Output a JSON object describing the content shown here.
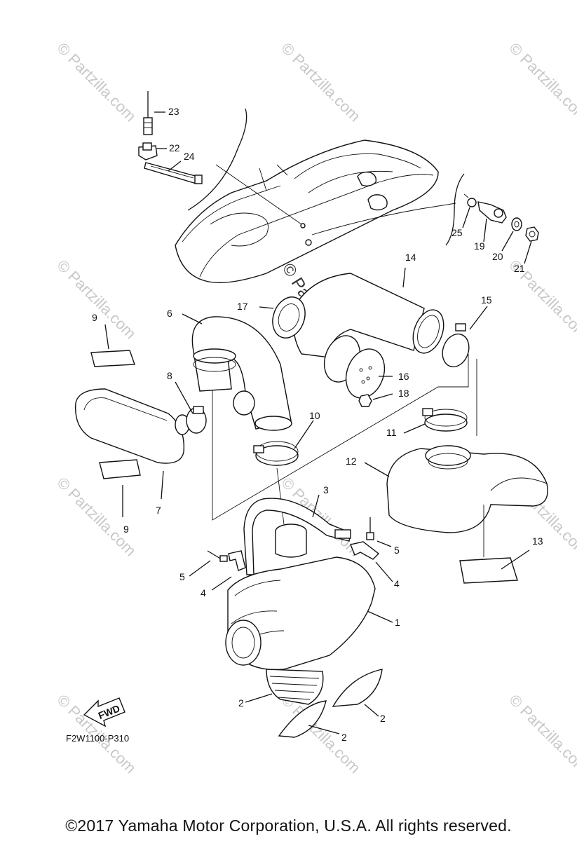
{
  "diagram_code": "F2W1100-P310",
  "fwd_label": "FWD",
  "watermark": "© Partzilla.com",
  "watermark_center": "© Partzilla.com",
  "copyright": "©2017  Yamaha Motor Corporation, U.S.A. All rights reserved.",
  "callouts": {
    "c1": "1",
    "c2a": "2",
    "c2b": "2",
    "c2c": "2",
    "c3": "3",
    "c4a": "4",
    "c4b": "4",
    "c5a": "5",
    "c5b": "5",
    "c6": "6",
    "c7": "7",
    "c8": "8",
    "c9a": "9",
    "c9b": "9",
    "c10": "10",
    "c11": "11",
    "c12": "12",
    "c13": "13",
    "c14": "14",
    "c15": "15",
    "c16": "16",
    "c17": "17",
    "c18": "18",
    "c19": "19",
    "c20": "20",
    "c21": "21",
    "c22": "22",
    "c23": "23",
    "c24": "24",
    "c25": "25"
  }
}
